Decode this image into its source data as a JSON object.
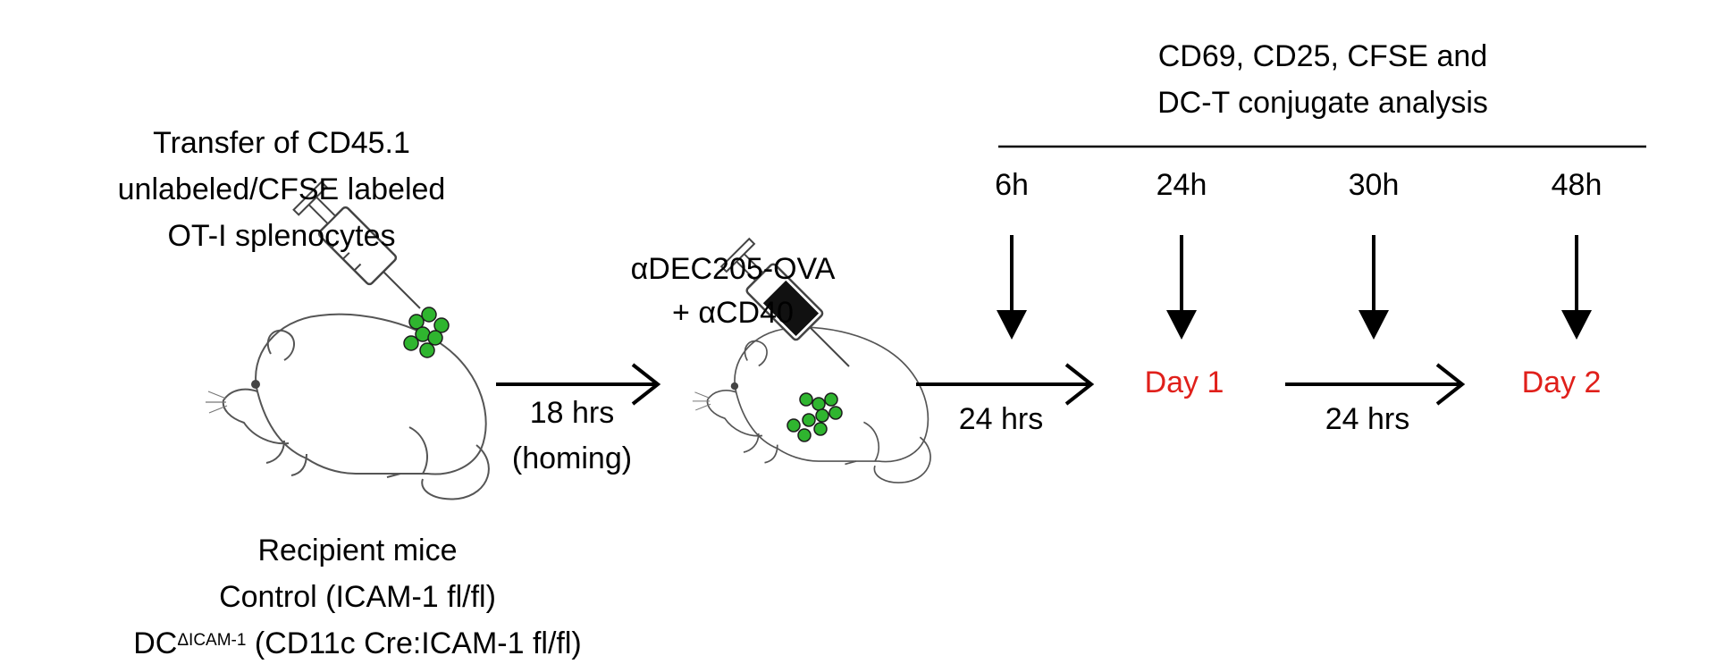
{
  "transfer": {
    "line1": "Transfer of CD45.1",
    "line2": "unlabeled/CFSE labeled",
    "line3": "OT-I splenocytes"
  },
  "recipient": {
    "title": "Recipient mice",
    "control": "Control (ICAM-1 fl/fl)",
    "dc_prefix": "DC",
    "dc_superscript": "ΔICAM-1",
    "dc_suffix": " (CD11c Cre:ICAM-1 fl/fl)"
  },
  "step1": {
    "duration": "18 hrs",
    "note": "(homing)"
  },
  "injection": {
    "line1": "αDEC205-OVA",
    "line2": "+ αCD40"
  },
  "step2": {
    "duration": "24 hrs"
  },
  "step3": {
    "duration": "24 hrs"
  },
  "days": {
    "day1": "Day 1",
    "day2": "Day 2"
  },
  "analysis": {
    "line1": "CD69, CD25, CFSE and",
    "line2": "DC-T conjugate analysis"
  },
  "timepoints": [
    "6h",
    "24h",
    "30h",
    "48h"
  ],
  "colors": {
    "cells": "#2fb52f",
    "day_label": "#e0201b",
    "syringe_fluid": "#111111"
  },
  "icons": [
    "syringe-icon",
    "mouse-icon"
  ]
}
